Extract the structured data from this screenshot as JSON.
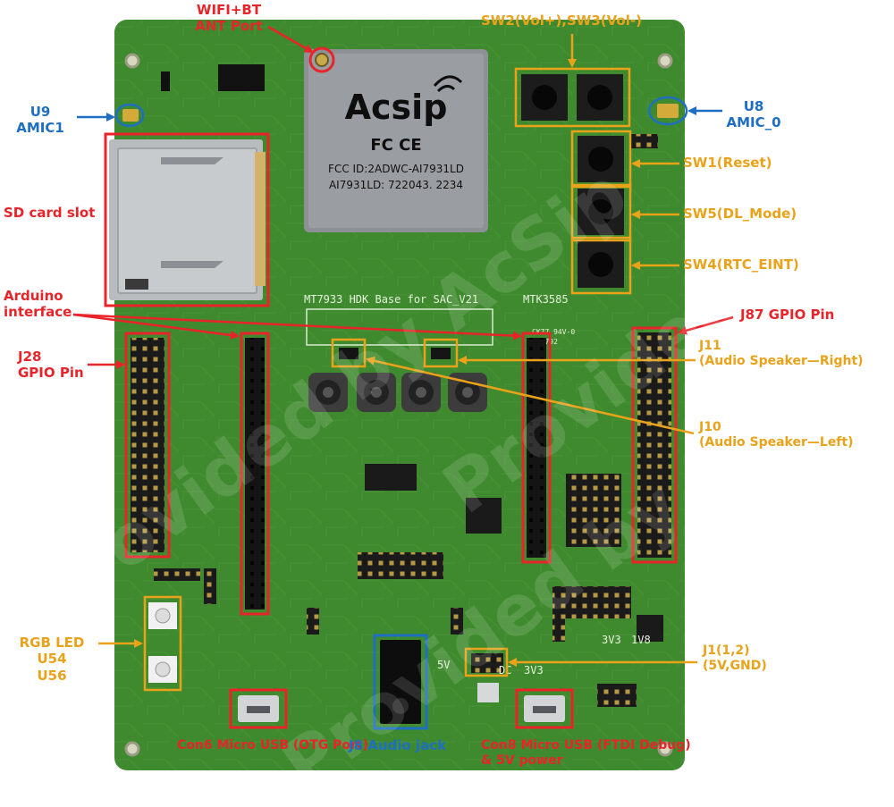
{
  "board": {
    "silkscreen": "MT7933 HDK Base for SAC_V21",
    "silkscreen_code": "MTK3585",
    "silk_small": [
      "CK77 94V-0",
      "E85792"
    ],
    "rail_labels": {
      "v5": "5V",
      "dc": "DC",
      "v3v3_a": "3V3",
      "v3v3_b": "3V3",
      "v1v8": "1V8"
    }
  },
  "module": {
    "logo": "Acsip",
    "certs": "FC CE",
    "fcc_id": "FCC ID:2ADWC-AI7931LD",
    "part": "AI7931LD: 722043. 2234"
  },
  "watermark": [
    "Provided by AcSip",
    "Provided by AcSip",
    "Provided by AcSip"
  ],
  "labels": {
    "wifi": [
      "WIFI+BT",
      "ANT Port"
    ],
    "sw23": "SW2(Vol+),SW3(Vol-)",
    "u9": [
      "U9",
      "AMIC1"
    ],
    "u8": [
      "U8",
      "AMIC_0"
    ],
    "sd": "SD card slot",
    "sw1": "SW1(Reset)",
    "sw5": "SW5(DL_Mode)",
    "sw4": "SW4(RTC_EINT)",
    "arduino": [
      "Arduino",
      "interface"
    ],
    "j87": "J87 GPIO Pin",
    "j28": [
      "J28",
      "GPIO Pin"
    ],
    "j11": [
      "J11",
      "(Audio Speaker—Right)"
    ],
    "j10": [
      "J10",
      "(Audio Speaker—Left)"
    ],
    "rgb": [
      "RGB LED",
      "U54",
      "U56"
    ],
    "j1": [
      "J1(1,2)",
      "(5V,GND)"
    ],
    "con6": "Con6 Micro  USB (OTG Port)",
    "j8": "J8 Audio jack",
    "con8": [
      "Con8 Micro  USB (FTDI Debug)",
      "& 5V power"
    ]
  },
  "colors": {
    "pcb": "#3f8a2e",
    "red": "#e8242a",
    "blue": "#1e6fc4",
    "orange": "#e9a21a"
  }
}
